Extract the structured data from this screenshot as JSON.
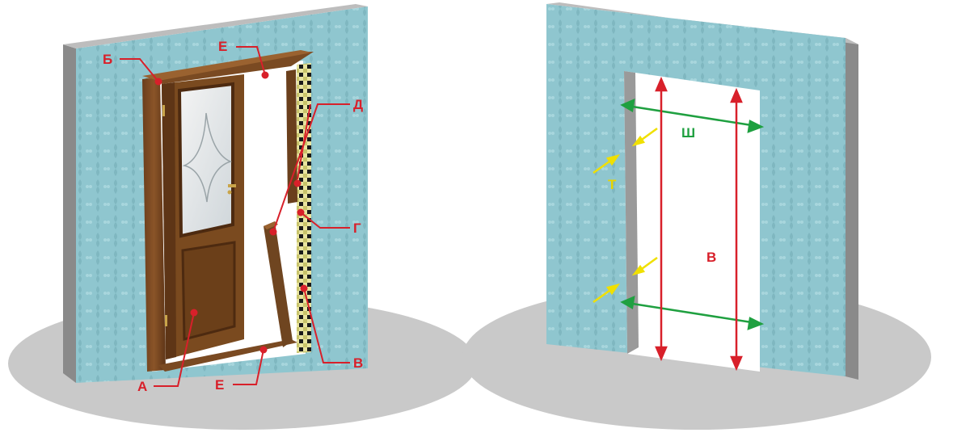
{
  "left_diagram": {
    "labels": {
      "A": "А",
      "B": "Б",
      "V": "В",
      "G": "Г",
      "D": "Д",
      "E_top": "Е",
      "E_bottom": "Е"
    }
  },
  "right_diagram": {
    "labels": {
      "width": "Ш",
      "thickness": "Т",
      "height": "В"
    }
  },
  "colors": {
    "wall": "#8fc6cf",
    "wall_side": "#8a8a8a",
    "floor": "#c9c9c9",
    "wood": "#7a4a22",
    "leader_red": "#d8202a",
    "arrow_green": "#1fa040",
    "arrow_yellow": "#f0e000"
  }
}
